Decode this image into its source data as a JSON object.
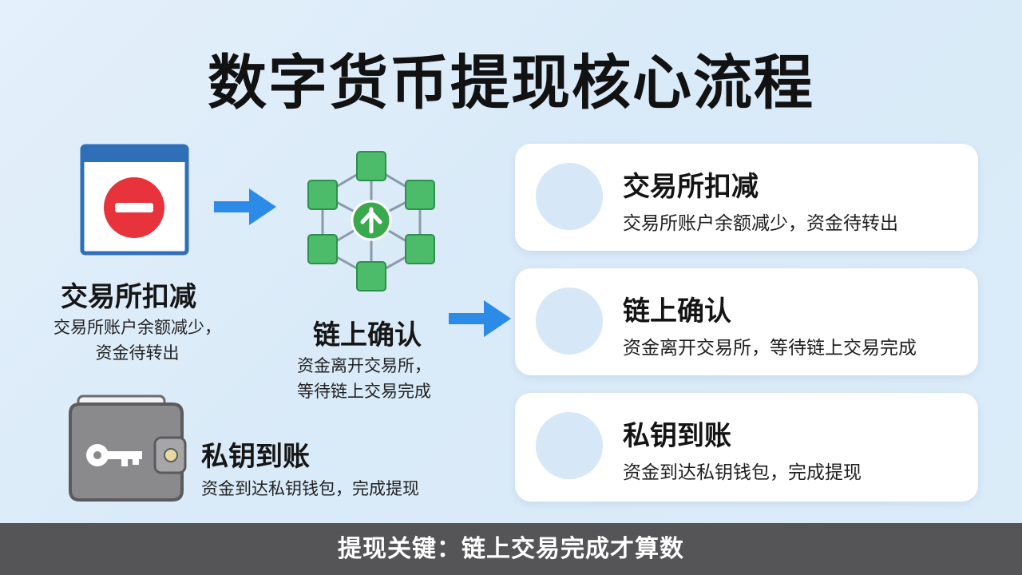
{
  "title": "数字货币提现核心流程",
  "flow": {
    "step1": {
      "title": "交易所扣减",
      "desc_line1": "交易所账户余额减少，",
      "desc_line2": "资金待转出"
    },
    "step2": {
      "title": "链上确认",
      "desc_line1": "资金离开交易所，",
      "desc_line2": "等待链上交易完成"
    },
    "step3": {
      "title": "私钥到账",
      "desc": "资金到达私钥钱包，完成提现"
    }
  },
  "cards": [
    {
      "title": "交易所扣减",
      "desc": "交易所账户余额减少，资金待转出"
    },
    {
      "title": "链上确认",
      "desc": "资金离开交易所，等待链上交易完成"
    },
    {
      "title": "私钥到账",
      "desc": "资金到达私钥钱包，完成提现"
    }
  ],
  "footer": "提现关键：链上交易完成才算数",
  "colors": {
    "arrow": "#2b8be6",
    "minus_red": "#e8323c",
    "node_green": "#4cbb6a",
    "card_circle": "#d6e7f7",
    "footer_bg": "#555558"
  },
  "icons": [
    "window-minus-icon",
    "arrow-right-icon",
    "blockchain-network-icon",
    "wallet-key-icon"
  ]
}
